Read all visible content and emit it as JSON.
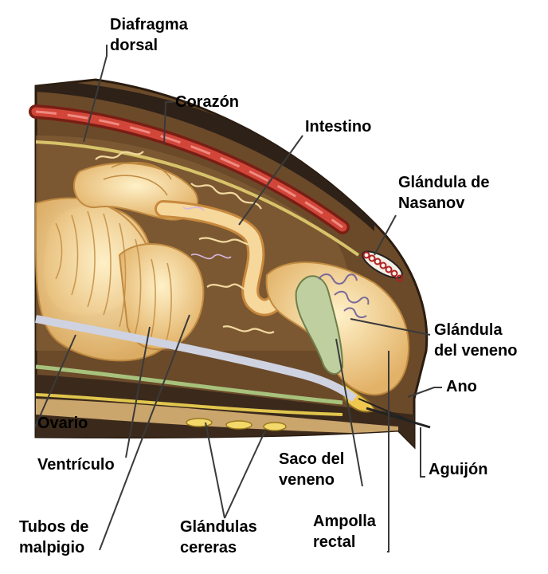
{
  "labels": {
    "diafragma_dorsal": [
      "Diafragma",
      "dorsal"
    ],
    "corazon": "Corazón",
    "intestino": "Intestino",
    "glandula_nasanov": [
      "Glándula de",
      "Nasanov"
    ],
    "glandula_veneno": [
      "Glándula",
      "del veneno"
    ],
    "ano": "Ano",
    "aguijon": "Aguijón",
    "ovario": "Ovario",
    "ventriculo": "Ventrículo",
    "saco_veneno": [
      "Saco del",
      "veneno"
    ],
    "tubos_malpigio": [
      "Tubos de",
      "malpigio"
    ],
    "glandulas_cereras": [
      "Glándulas",
      "cereras"
    ],
    "ampolla_rectal": [
      "Ampolla",
      "rectal"
    ]
  },
  "colors": {
    "cuticle_dark": "#3a2a1c",
    "body_tan": "#c9a36a",
    "heart_red": "#c0392b",
    "gut_yellow": "#f3d08a",
    "nerve_green": "#b7c98a",
    "leader_line": "#3a3a3a"
  }
}
